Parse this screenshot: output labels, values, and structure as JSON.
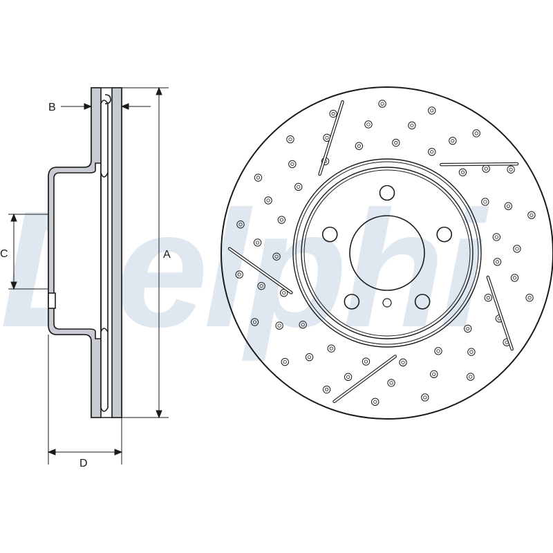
{
  "watermark": {
    "text": "Delphi"
  },
  "dimensions": {
    "a": "A",
    "b": "B",
    "c": "C",
    "d": "D"
  },
  "colors": {
    "line": "#1a1a1a",
    "steel": "#c8ccd2",
    "watermark": "#dfe8f1"
  },
  "face": {
    "bolt_holes": 5,
    "drilled_holes": 56,
    "slots": 5
  }
}
